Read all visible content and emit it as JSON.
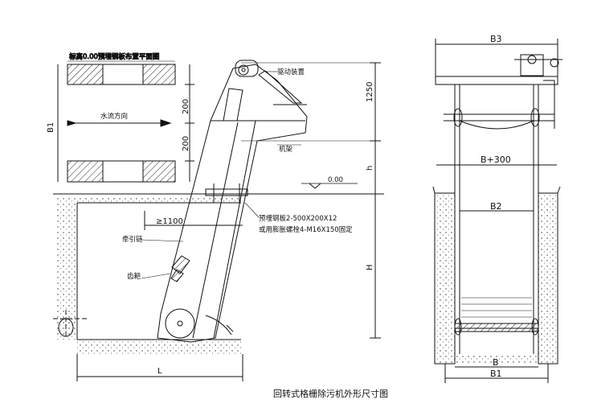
{
  "plan_title": "标高0.00预埋钢板布置平面图",
  "labels": {
    "water_flow": "水流方向",
    "drive": "驱动装置",
    "frame": "机架",
    "chain": "牵引链",
    "rake": "齿耙",
    "plate1": "预埋钢板2-500X200X12",
    "plate2": "或用膨胀螺栓4-M16X150固定",
    "elevation": "0.00"
  },
  "dimensions": {
    "b1_left": "B1",
    "d200a": "200",
    "d200b": "200",
    "d1250": "1250",
    "h_small": "h",
    "h_big": "H",
    "d1100": "≥1100",
    "l": "L",
    "b3": "B3",
    "b300": "B+300",
    "b2": "B2",
    "b": "B",
    "b1_bottom": "B1"
  },
  "caption": "回转式格栅除污机外形尺寸图"
}
